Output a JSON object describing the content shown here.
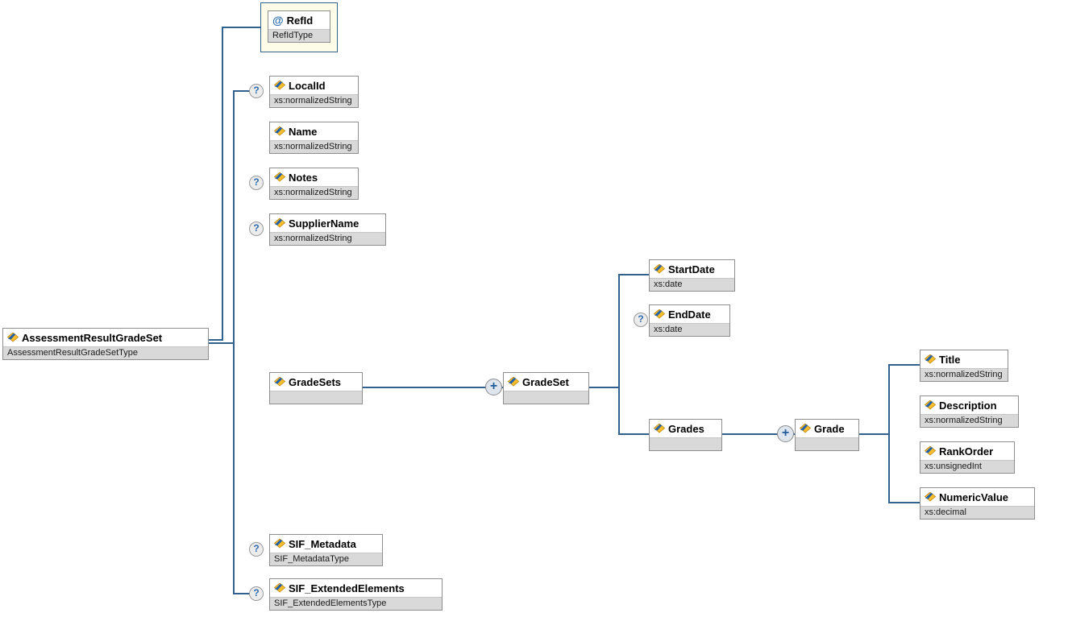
{
  "diagram": {
    "root": {
      "label": "AssessmentResultGradeSet",
      "type": "AssessmentResultGradeSetType"
    },
    "attribute": {
      "marker": "@",
      "label": "RefId",
      "type": "RefIdType"
    },
    "indicators": {
      "optional": "?",
      "repeat": "+"
    },
    "colors": {
      "line": "#31618f",
      "band": "#d9d9d9",
      "attr_box_bg": "#fdfce9",
      "icon_blue": "#2463a8",
      "icon_yellow": "#fdbe2e"
    },
    "nodes": {
      "localid": {
        "label": "LocalId",
        "type": "xs:normalizedString"
      },
      "name": {
        "label": "Name",
        "type": "xs:normalizedString"
      },
      "notes": {
        "label": "Notes",
        "type": "xs:normalizedString"
      },
      "suppliername": {
        "label": "SupplierName",
        "type": "xs:normalizedString"
      },
      "gradesets": {
        "label": "GradeSets",
        "type": ""
      },
      "gradeset": {
        "label": "GradeSet",
        "type": ""
      },
      "startdate": {
        "label": "StartDate",
        "type": "xs:date"
      },
      "enddate": {
        "label": "EndDate",
        "type": "xs:date"
      },
      "grades": {
        "label": "Grades",
        "type": ""
      },
      "grade": {
        "label": "Grade",
        "type": ""
      },
      "title": {
        "label": "Title",
        "type": "xs:normalizedString"
      },
      "description": {
        "label": "Description",
        "type": "xs:normalizedString"
      },
      "rankorder": {
        "label": "RankOrder",
        "type": "xs:unsignedInt"
      },
      "numericvalue": {
        "label": "NumericValue",
        "type": "xs:decimal"
      },
      "sif_metadata": {
        "label": "SIF_Metadata",
        "type": "SIF_MetadataType"
      },
      "sif_extendedelements": {
        "label": "SIF_ExtendedElements",
        "type": "SIF_ExtendedElementsType"
      }
    }
  }
}
